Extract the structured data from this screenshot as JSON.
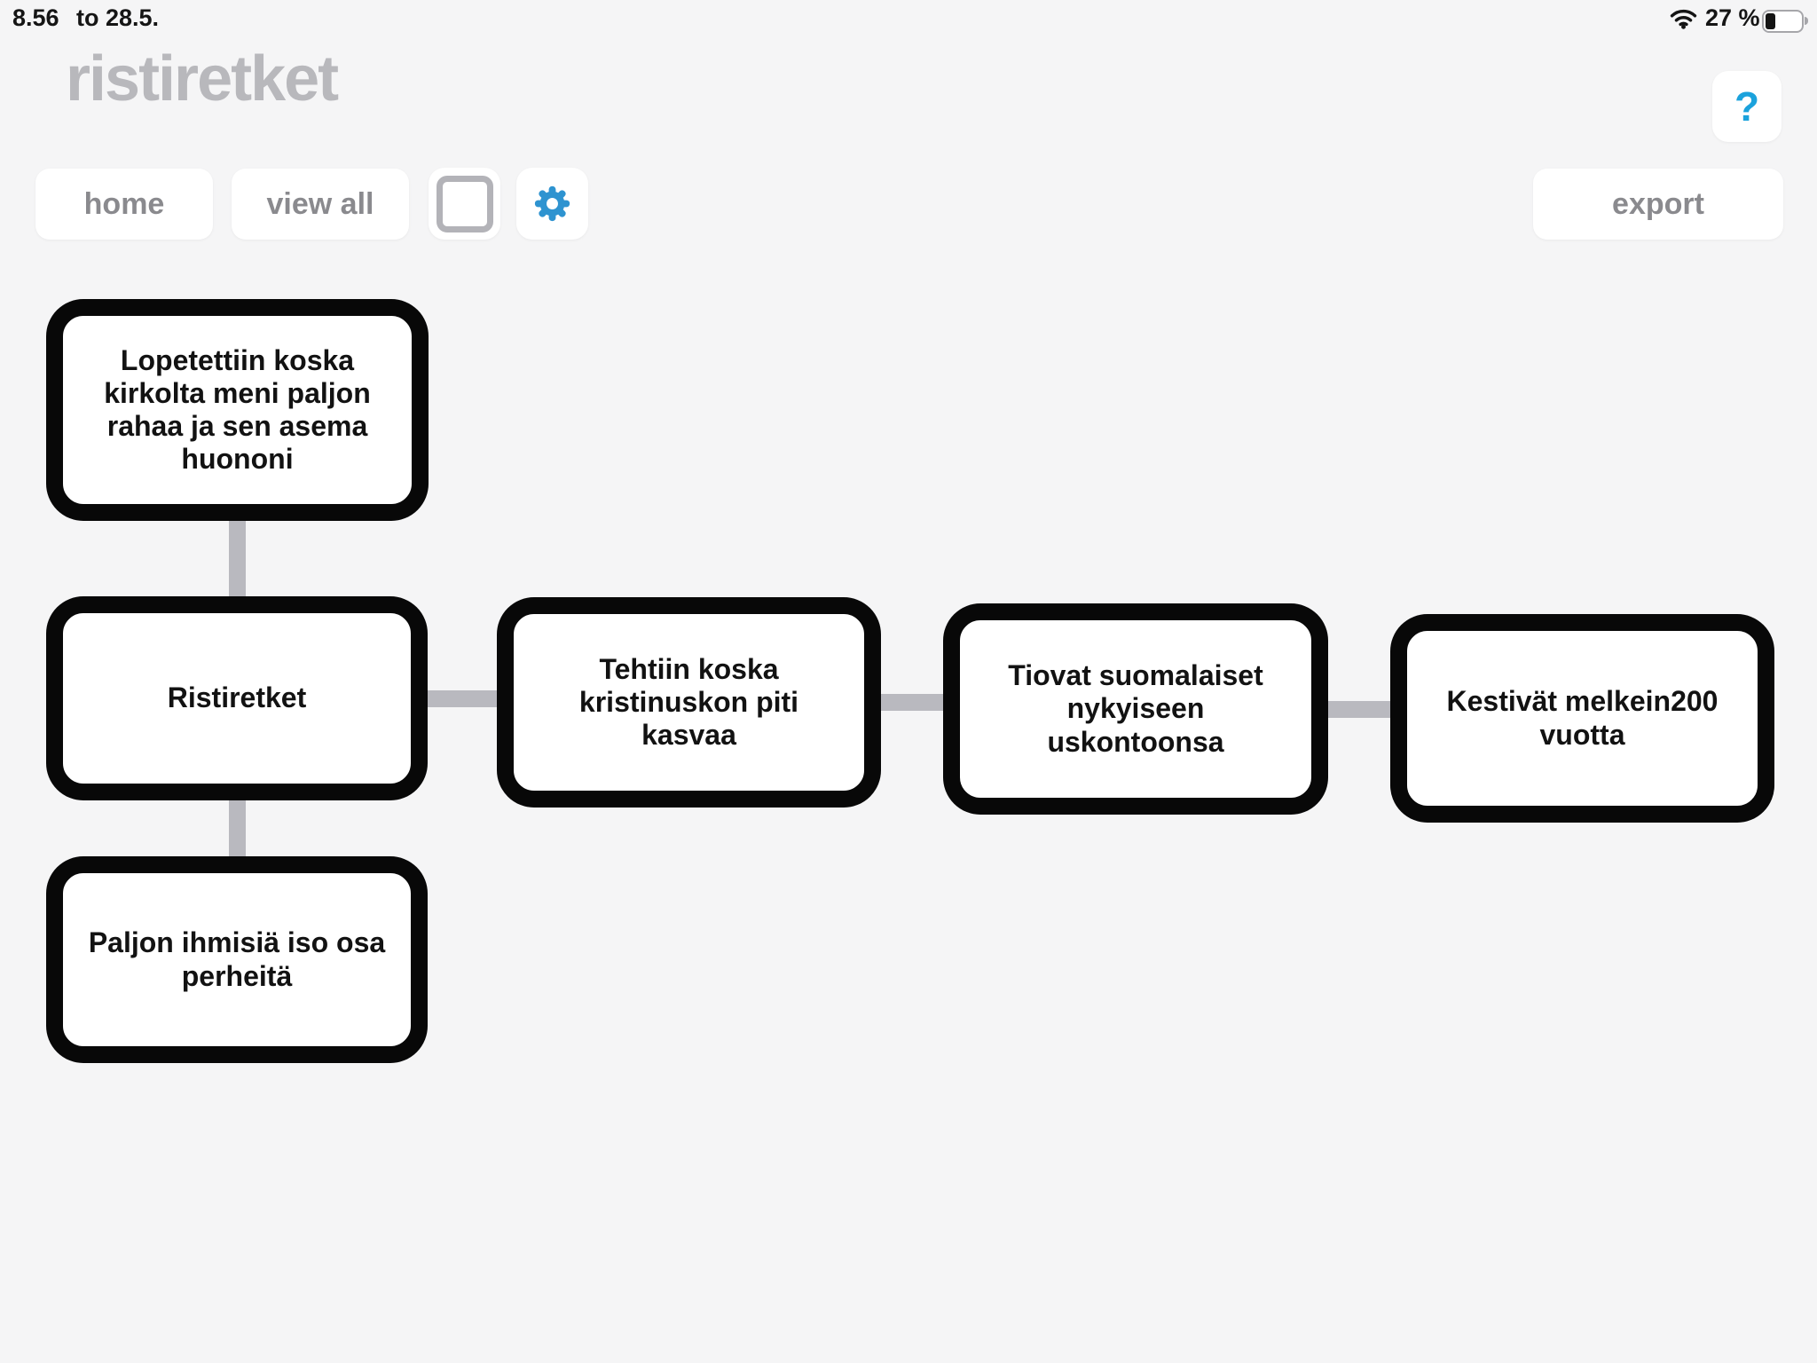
{
  "status_bar": {
    "time": "8.56",
    "date": "to 28.5.",
    "battery_percent": "27 %"
  },
  "header": {
    "app_title": "ristiretket",
    "help_label": "?"
  },
  "toolbar": {
    "home_label": "home",
    "view_all_label": "view all",
    "export_label": "export"
  },
  "colors": {
    "background": "#f5f5f6",
    "accent_blue_gear": "#2e93d0",
    "accent_blue_help": "#1ba2dc",
    "node_border": "#080808",
    "node_fill": "#ffffff",
    "connector_gray": "#b9b9bf",
    "button_text_gray": "#8a8a8e",
    "title_gray": "#b8b8bc"
  },
  "diagram": {
    "nodes": [
      {
        "id": "n1",
        "label": "Lopetettiin koska kirkolta meni paljon rahaa ja sen asema huononi"
      },
      {
        "id": "n2",
        "label": "Ristiretket"
      },
      {
        "id": "n3",
        "label": "Paljon ihmisiä iso osa perheitä"
      },
      {
        "id": "n4",
        "label": "Tehtiin koska kristinuskon piti kasvaa"
      },
      {
        "id": "n5",
        "label": "Tiovat suomalaiset nykyiseen uskontoonsa"
      },
      {
        "id": "n6",
        "label": "Kestivät melkein200 vuotta"
      }
    ],
    "connections": [
      [
        "n1",
        "n2"
      ],
      [
        "n2",
        "n3"
      ],
      [
        "n2",
        "n4"
      ],
      [
        "n4",
        "n5"
      ],
      [
        "n5",
        "n6"
      ]
    ]
  }
}
